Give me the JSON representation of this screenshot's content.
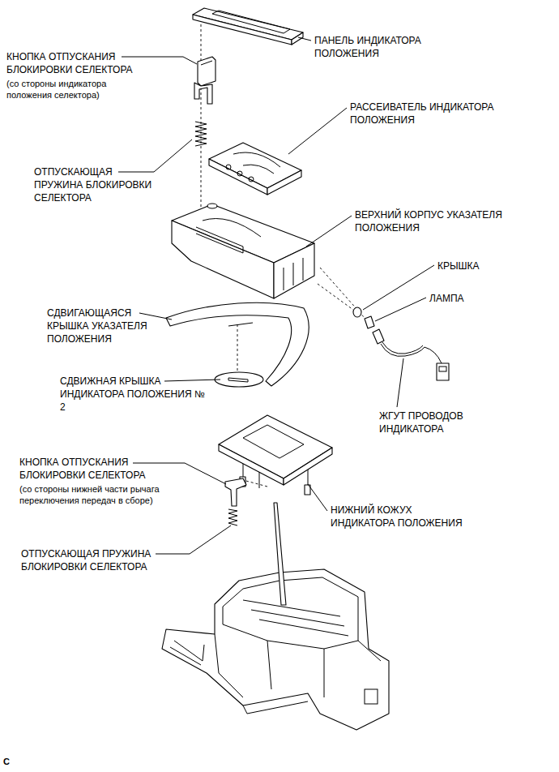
{
  "diagram": {
    "labels": [
      "ПАНЕЛЬ ИНДИКАТОРА ПОЛОЖЕНИЯ",
      "КНОПКА ОТПУСКАНИЯ БЛОКИРОВКИ СЕЛЕКТОРА",
      "(со стороны индикатора положения селектора)",
      "РАССЕИВАТЕЛЬ ИНДИКАТОРА ПОЛОЖЕНИЯ",
      "ОТПУСКАЮЩАЯ ПРУЖИНА БЛОКИРОВКИ СЕЛЕКТОРА",
      "ВЕРХНИЙ КОРПУС УКАЗАТЕЛЯ ПОЛОЖЕНИЯ",
      "КРЫШКА",
      "ЛАМПА",
      "СДВИГАЮЩАЯСЯ КРЫШКА УКАЗАТЕЛЯ ПОЛОЖЕНИЯ",
      "СДВИЖНАЯ КРЫШКА ИНДИКАТОРА ПОЛОЖЕНИЯ № 2",
      "ЖГУТ ПРОВОДОВ ИНДИКАТОРА",
      "КНОПКА ОТПУСКАНИЯ БЛОКИРОВКИ СЕЛЕКТОРА",
      "(со стороны нижней части рычага переключения передач в сборе)",
      "НИЖНИЙ КОЖУХ ИНДИКАТОРА ПОЛОЖЕНИЯ",
      "ОТПУСКАЮЩАЯ ПРУЖИНА БЛОКИРОВКИ СЕЛЕКТОРА",
      "C"
    ]
  }
}
